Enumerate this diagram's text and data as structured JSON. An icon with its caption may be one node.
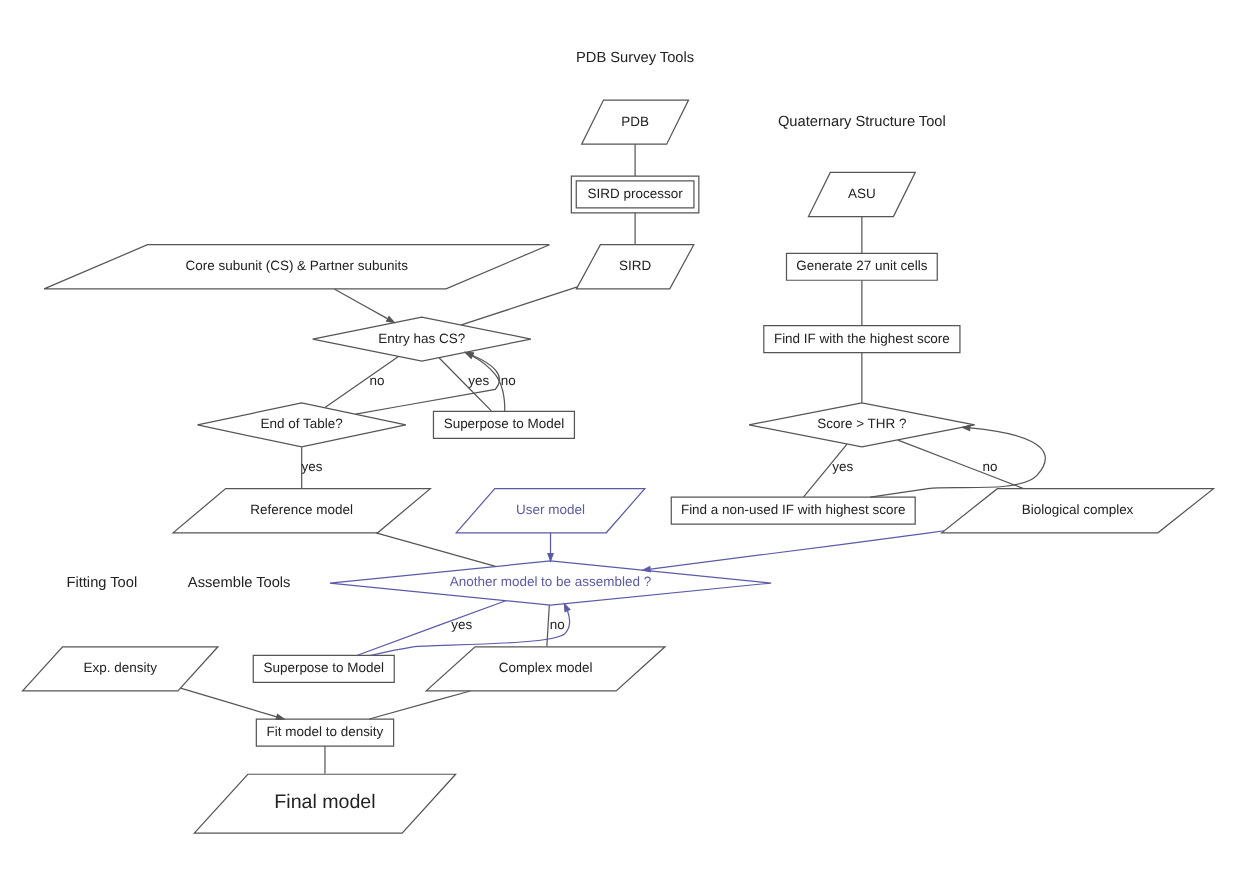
{
  "diagram": {
    "nodes": [
      {
        "text": [
          "ASU"
        ]
      },
      {
        "text": [
          "Generate 27 unit cells"
        ]
      },
      {
        "text": [
          "Find IF with the highest score"
        ]
      },
      {
        "text": [
          "Score > THR ?"
        ]
      },
      {
        "text": [
          "Find a non-used IF with highest score"
        ]
      },
      {
        "text": [
          "Biological complex"
        ]
      },
      {
        "text": [
          "PDB"
        ]
      },
      {
        "text": [
          "SIRD processor"
        ]
      },
      {
        "text": [
          "SIRD"
        ]
      },
      {
        "text": [
          "Core subunit (CS) & Partner subunits"
        ]
      },
      {
        "text": [
          "Entry has CS?"
        ]
      },
      {
        "text": [
          "Superpose to Model"
        ]
      },
      {
        "text": [
          "End of Table?"
        ]
      },
      {
        "text": [
          "Reference model"
        ]
      },
      {
        "text": [
          "User model"
        ]
      },
      {
        "text": [
          "Another model to be assembled ?"
        ]
      },
      {
        "text": [
          "Superpose to Model"
        ]
      },
      {
        "text": [
          "Exp. density"
        ]
      },
      {
        "text": [
          "Complex model"
        ]
      },
      {
        "text": [
          "Fit model to density"
        ]
      },
      {
        "text": [
          "Final model"
        ]
      }
    ],
    "edges": [
      {
        "from": 0,
        "to": 1,
        "arrow": "none"
      },
      {
        "from": 1,
        "to": 2,
        "arrow": "none"
      },
      {
        "from": 2,
        "to": 3,
        "arrow": "none"
      },
      {
        "from": 3,
        "to": 4,
        "arrow": "none",
        "label": "yes"
      },
      {
        "from": 4,
        "to": 3,
        "arrow": "to"
      },
      {
        "from": 3,
        "to": 5,
        "arrow": "none",
        "label": "no"
      },
      {
        "from": 6,
        "to": 7,
        "arrow": "none"
      },
      {
        "from": 7,
        "to": 8,
        "arrow": "none"
      },
      {
        "from": 8,
        "to": 10,
        "arrow": "none"
      },
      {
        "from": 9,
        "to": 10,
        "arrow": "to"
      },
      {
        "from": 10,
        "to": 11,
        "arrow": "none",
        "label": "yes"
      },
      {
        "from": 11,
        "to": 10,
        "arrow": "to"
      },
      {
        "from": 10,
        "to": 12,
        "arrow": "none",
        "label": "no"
      },
      {
        "from": 12,
        "to": 10,
        "arrow": "to",
        "label": "no"
      },
      {
        "from": 12,
        "to": 13,
        "arrow": "none",
        "label": "yes"
      },
      {
        "from": 5,
        "to": 15,
        "arrow": "to",
        "color": "#5a5aa8"
      },
      {
        "from": 13,
        "to": 15,
        "arrow": "none"
      },
      {
        "from": 14,
        "to": 15,
        "arrow": "to",
        "color": "#5a5aa8"
      },
      {
        "from": 15,
        "to": 16,
        "arrow": "none",
        "label": "yes",
        "color": "#5a5aa8"
      },
      {
        "from": 16,
        "to": 15,
        "arrow": "to",
        "color": "#5a5aa8"
      },
      {
        "from": 15,
        "to": 18,
        "arrow": "none",
        "label": "no"
      },
      {
        "from": 17,
        "to": 19,
        "arrow": "to"
      },
      {
        "from": 18,
        "to": 19,
        "arrow": "none"
      },
      {
        "from": 19,
        "to": 20,
        "arrow": "none"
      }
    ],
    "labels": [
      "Quaternary Structure Tool",
      "PDB Survey Tools",
      "Fitting Tool",
      "Assemble Tools"
    ]
  }
}
